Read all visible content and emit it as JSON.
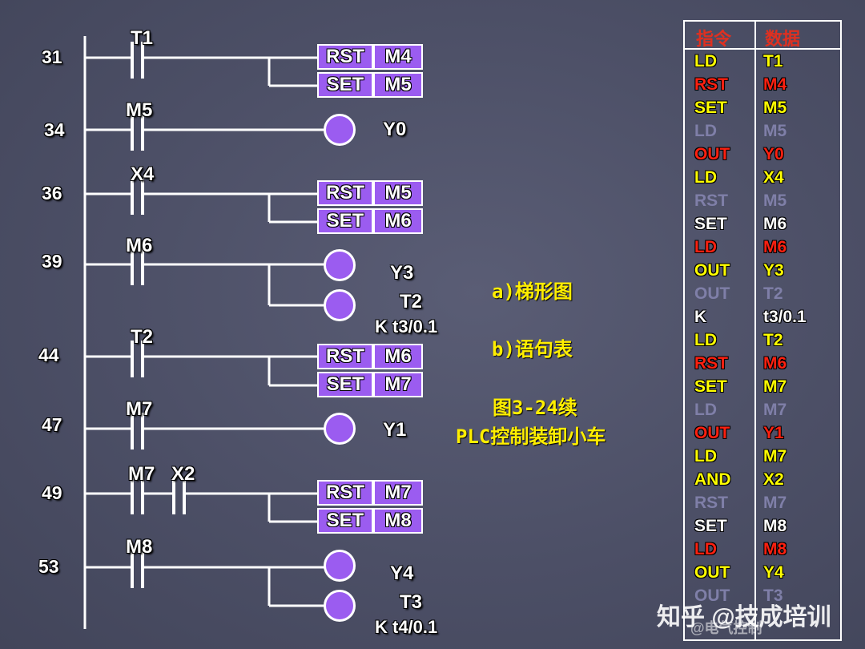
{
  "rungs": [
    {
      "step": "31",
      "contacts": [
        "T1"
      ]
    },
    {
      "step": "34",
      "contacts": [
        "M5"
      ]
    },
    {
      "step": "36",
      "contacts": [
        "X4"
      ]
    },
    {
      "step": "39",
      "contacts": [
        "M6"
      ]
    },
    {
      "step": "44",
      "contacts": [
        "T2"
      ]
    },
    {
      "step": "47",
      "contacts": [
        "M7"
      ]
    },
    {
      "step": "49",
      "contacts": [
        "M7",
        "X2"
      ]
    },
    {
      "step": "53",
      "contacts": [
        "M8"
      ]
    }
  ],
  "instr_boxes": [
    {
      "op": "RST",
      "operand": "M4"
    },
    {
      "op": "SET",
      "operand": "M5"
    },
    {
      "op": "RST",
      "operand": "M5"
    },
    {
      "op": "SET",
      "operand": "M6"
    },
    {
      "op": "RST",
      "operand": "M6"
    },
    {
      "op": "SET",
      "operand": "M7"
    },
    {
      "op": "RST",
      "operand": "M7"
    },
    {
      "op": "SET",
      "operand": "M8"
    }
  ],
  "coils": [
    {
      "name": "Y0"
    },
    {
      "name": "Y3"
    },
    {
      "name": "T2",
      "k": "K t3/0.1"
    },
    {
      "name": "Y1"
    },
    {
      "name": "Y4"
    },
    {
      "name": "T3",
      "k": "K t4/0.1"
    }
  ],
  "captions": {
    "a": "a)梯形图",
    "b": "b)语句表",
    "fig": "图3-24续",
    "title": "PLC控制装卸小车"
  },
  "table": {
    "header": [
      "指令",
      "数据"
    ],
    "colors": {
      "yellow": "#ffff00",
      "red": "#ff2010",
      "purple": "#7f7fa8",
      "white": "#ffffff",
      "header": "#e03020",
      "accent": "#9b5cf0"
    },
    "rows": [
      {
        "op": "LD",
        "data": "T1",
        "color": "yellow"
      },
      {
        "op": "RST",
        "data": "M4",
        "color": "red"
      },
      {
        "op": "SET",
        "data": "M5",
        "color": "yellow"
      },
      {
        "op": "LD",
        "data": "M5",
        "color": "purple"
      },
      {
        "op": "OUT",
        "data": "Y0",
        "color": "red"
      },
      {
        "op": "LD",
        "data": "X4",
        "color": "yellow"
      },
      {
        "op": "RST",
        "data": "M5",
        "color": "purple"
      },
      {
        "op": "SET",
        "data": "M6",
        "color": "white"
      },
      {
        "op": "LD",
        "data": "M6",
        "color": "red"
      },
      {
        "op": "OUT",
        "data": "Y3",
        "color": "yellow"
      },
      {
        "op": "OUT",
        "data": "T2",
        "color": "purple"
      },
      {
        "op": "K",
        "data": "t3/0.1",
        "color": "white"
      },
      {
        "op": "LD",
        "data": "T2",
        "color": "yellow"
      },
      {
        "op": "RST",
        "data": "M6",
        "color": "red"
      },
      {
        "op": "SET",
        "data": "M7",
        "color": "yellow"
      },
      {
        "op": "LD",
        "data": "M7",
        "color": "purple"
      },
      {
        "op": "OUT",
        "data": "Y1",
        "color": "red"
      },
      {
        "op": "LD",
        "data": "M7",
        "color": "yellow"
      },
      {
        "op": "AND",
        "data": "X2",
        "color": "yellow"
      },
      {
        "op": "RST",
        "data": "M7",
        "color": "purple"
      },
      {
        "op": "SET",
        "data": "M8",
        "color": "white"
      },
      {
        "op": "LD",
        "data": "M8",
        "color": "red"
      },
      {
        "op": "OUT",
        "data": "Y4",
        "color": "yellow"
      },
      {
        "op": "OUT",
        "data": "T3",
        "color": "purple"
      }
    ]
  },
  "watermark": {
    "line1": "知乎 @技成培训",
    "line2": "@电气控制"
  }
}
